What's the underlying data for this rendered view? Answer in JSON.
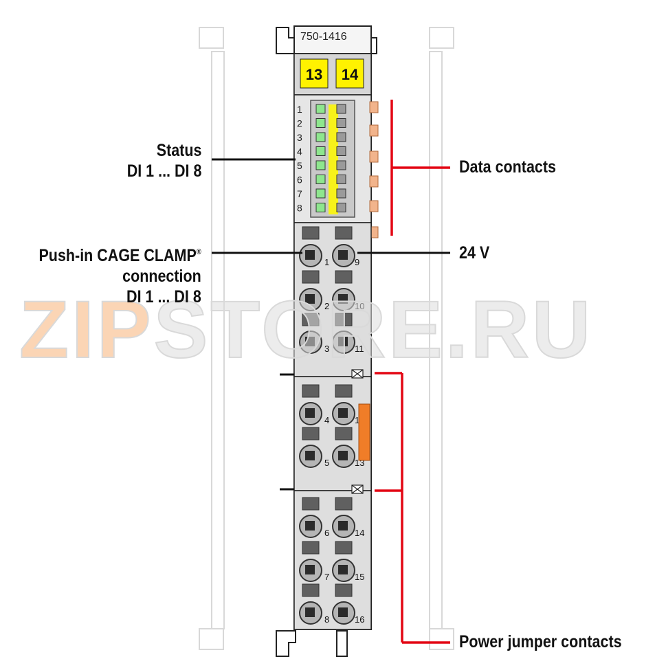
{
  "module": {
    "part_number": "750-1416",
    "marker_left": "13",
    "marker_right": "14",
    "led_numbers": [
      "1",
      "2",
      "3",
      "4",
      "5",
      "6",
      "7",
      "8"
    ],
    "terminals_top_left": [
      "1",
      "2",
      "3"
    ],
    "terminals_top_right": [
      "9",
      "10",
      "11"
    ],
    "terminals_mid_left": [
      "4",
      "5"
    ],
    "terminals_mid_right": [
      "12",
      "13"
    ],
    "terminals_bot_left": [
      "6",
      "7",
      "8"
    ],
    "terminals_bot_right": [
      "14",
      "15",
      "16"
    ]
  },
  "labels": {
    "status_line1": "Status",
    "status_line2": "DI 1 ... DI 8",
    "data_contacts": "Data contacts",
    "pushin_line1": "Push-in CAGE CLAMP",
    "pushin_reg": "®",
    "pushin_line2": "connection",
    "pushin_line3": "DI 1 ... DI 8",
    "voltage": "24 V",
    "power_jumper": "Power jumper contacts"
  },
  "watermark": {
    "part_a": "ZIP",
    "part_b": "STORE.RU"
  },
  "colors": {
    "housing": "#dcdcdc",
    "led_green": "#8ee68e",
    "led_yellow": "#f7f21a",
    "marker_yellow": "#fff200",
    "callout_red": "#e30613",
    "data_contact": "#f2b48c",
    "jumper_orange": "#f07d28"
  }
}
